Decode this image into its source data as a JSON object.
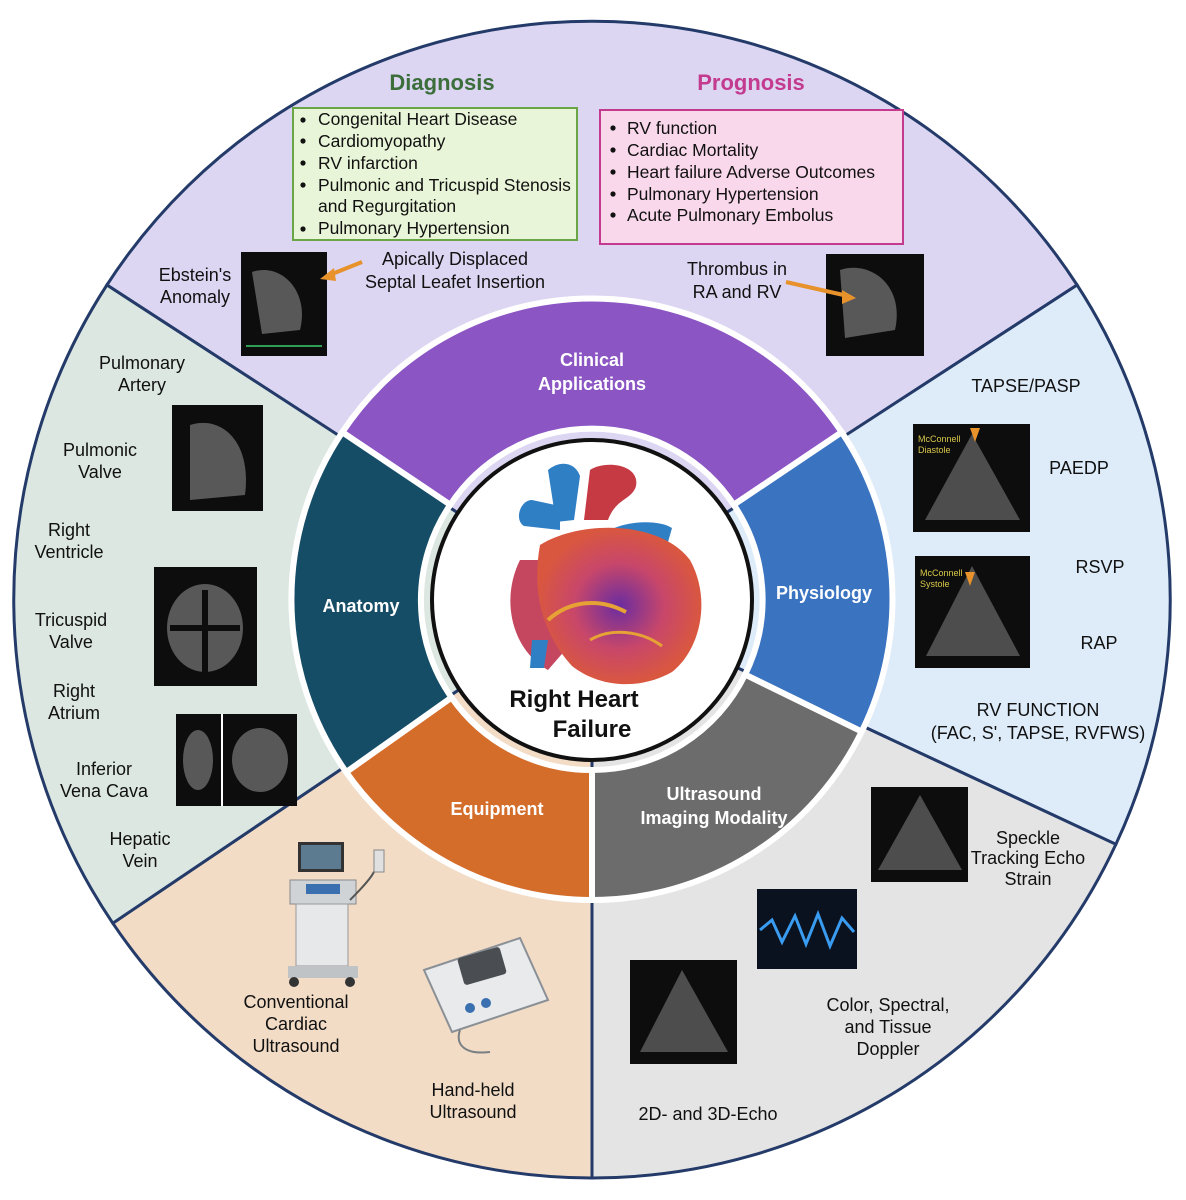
{
  "center": {
    "line1": "Right Heart",
    "line2": "Failure"
  },
  "inner_ring": {
    "clinical": {
      "line1": "Clinical",
      "line2": "Applications"
    },
    "physiology": "Physiology",
    "ultrasound": {
      "line1": "Ultrasound",
      "line2": "Imaging Modality"
    },
    "equipment": "Equipment",
    "anatomy": "Anatomy"
  },
  "clinical_section": {
    "diagnosis_title": "Diagnosis",
    "diagnosis_items": [
      "Congenital Heart Disease",
      "Cardiomyopathy",
      "RV infarction",
      "Pulmonic and Tricuspid Stenosis",
      "and Regurgitation",
      "Pulmonary Hypertension"
    ],
    "prognosis_title": "Prognosis",
    "prognosis_items": [
      "RV function",
      "Cardiac Mortality",
      "Heart failure Adverse Outcomes",
      "Pulmonary Hypertension",
      "Acute Pulmonary Embolus"
    ],
    "ebstein": {
      "line1": "Ebstein's",
      "line2": "Anomaly"
    },
    "apically": {
      "line1": "Apically Displaced",
      "line2": "Septal Leafet Insertion"
    },
    "thrombus": {
      "line1": "Thrombus in",
      "line2": "RA and RV"
    }
  },
  "physiology_section": {
    "tapse_pasp": "TAPSE/PASP",
    "paedp": "PAEDP",
    "rsvp": "RSVP",
    "rap": "RAP",
    "rv_function": {
      "line1": "RV FUNCTION",
      "line2": "(FAC, S', TAPSE, RVFWS)"
    },
    "echo_label_diastole": {
      "line1": "McConnell",
      "line2": "Diastole"
    },
    "echo_label_systole": {
      "line1": "McConnell",
      "line2": "Systole"
    }
  },
  "anatomy_section": {
    "pulmonary_artery": {
      "line1": "Pulmonary",
      "line2": "Artery"
    },
    "pulmonic_valve": {
      "line1": "Pulmonic",
      "line2": "Valve"
    },
    "right_ventricle": {
      "line1": "Right",
      "line2": "Ventricle"
    },
    "tricuspid_valve": {
      "line1": "Tricuspid",
      "line2": "Valve"
    },
    "right_atrium": {
      "line1": "Right",
      "line2": "Atrium"
    },
    "ivc": {
      "line1": "Inferior",
      "line2": "Vena Cava"
    },
    "hepatic_vein": {
      "line1": "Hepatic",
      "line2": "Vein"
    }
  },
  "equipment_section": {
    "conventional": {
      "line1": "Conventional",
      "line2": "Cardiac",
      "line3": "Ultrasound"
    },
    "handheld": {
      "line1": "Hand-held",
      "line2": "Ultrasound"
    }
  },
  "ultrasound_section": {
    "speckle": {
      "line1": "Speckle",
      "line2": "Tracking Echo",
      "line3": "Strain"
    },
    "doppler": {
      "line1": "Color, Spectral,",
      "line2": "and Tissue",
      "line3": "Doppler"
    },
    "echo_2d3d": "2D- and 3D-Echo"
  },
  "colors": {
    "clinical_outer": "#dcd6f2",
    "physiology_outer": "#deebf9",
    "ultrasound_outer": "#e4e4e4",
    "equipment_outer": "#f2dcc6",
    "anatomy_outer": "#dce7e2",
    "clinical_inner": "#8b55c4",
    "physiology_inner": "#3a73c0",
    "ultrasound_inner": "#6c6c6c",
    "equipment_inner": "#d46c2a",
    "anatomy_inner": "#164d66",
    "diagnosis_title": "#3b6e3b",
    "prognosis_title": "#c33a8e",
    "diagnosis_box": "#e9f5d8",
    "prognosis_box": "#f9d8ec",
    "arrow": "#e8922c"
  },
  "icons": [
    "heart-illustration",
    "ultrasound-cart-icon",
    "handheld-ultrasound-icon",
    "echo-image"
  ]
}
